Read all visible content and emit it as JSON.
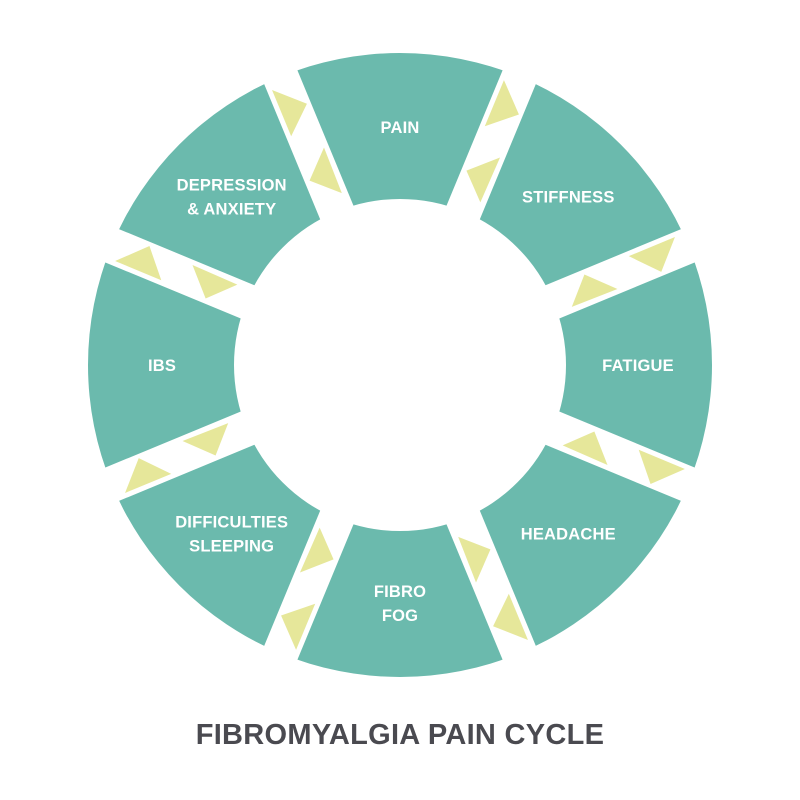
{
  "title": "FIBROMYALGIA PAIN CYCLE",
  "colors": {
    "segment": "#6bbaad",
    "arrow": "#e6e79a",
    "background": "#ffffff",
    "title": "#4a4a50",
    "label": "#ffffff"
  },
  "cycle": {
    "direction": "clockwise",
    "segments": [
      {
        "id": "pain",
        "lines": [
          "PAIN"
        ]
      },
      {
        "id": "stiffness",
        "lines": [
          "STIFFNESS"
        ]
      },
      {
        "id": "fatigue",
        "lines": [
          "FATIGUE"
        ]
      },
      {
        "id": "headache",
        "lines": [
          "HEADACHE"
        ]
      },
      {
        "id": "fibro-fog",
        "lines": [
          "FIBRO",
          "FOG"
        ]
      },
      {
        "id": "difficulties-sleeping",
        "lines": [
          "DIFFICULTIES",
          "SLEEPING"
        ]
      },
      {
        "id": "ibs",
        "lines": [
          "IBS"
        ]
      },
      {
        "id": "depression-anxiety",
        "lines": [
          "DEPRESSION",
          "& ANXIETY"
        ]
      }
    ],
    "connector_icon": "triangle-arrow-pair"
  }
}
